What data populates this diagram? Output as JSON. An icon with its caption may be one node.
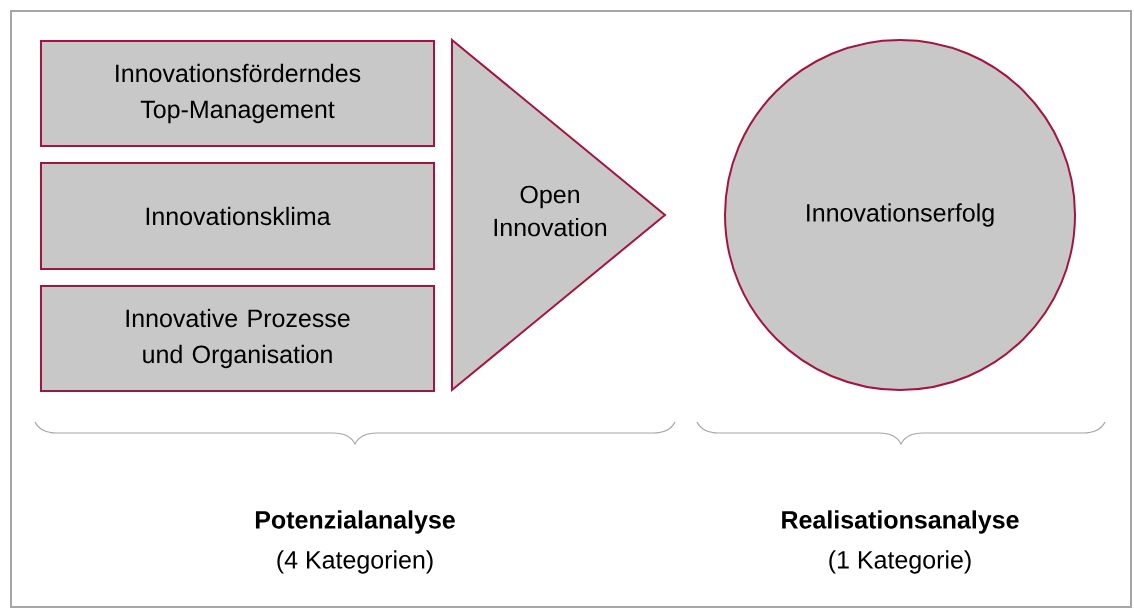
{
  "diagram": {
    "nodes": [
      {
        "text": [
          "Innovationsförderndes Top-Management"
        ]
      },
      {
        "text": [
          "Innovationsklima"
        ]
      },
      {
        "text": [
          "Innovative Prozesse und Organisation"
        ]
      },
      {
        "text": [
          "Open Innovation"
        ]
      },
      {
        "text": [
          "Innovationserfolg"
        ]
      }
    ],
    "labels": [
      "Potenzialanalyse",
      "(4 Kategorien)",
      "Realisationsanalyse",
      "(1 Kategorie)"
    ]
  }
}
